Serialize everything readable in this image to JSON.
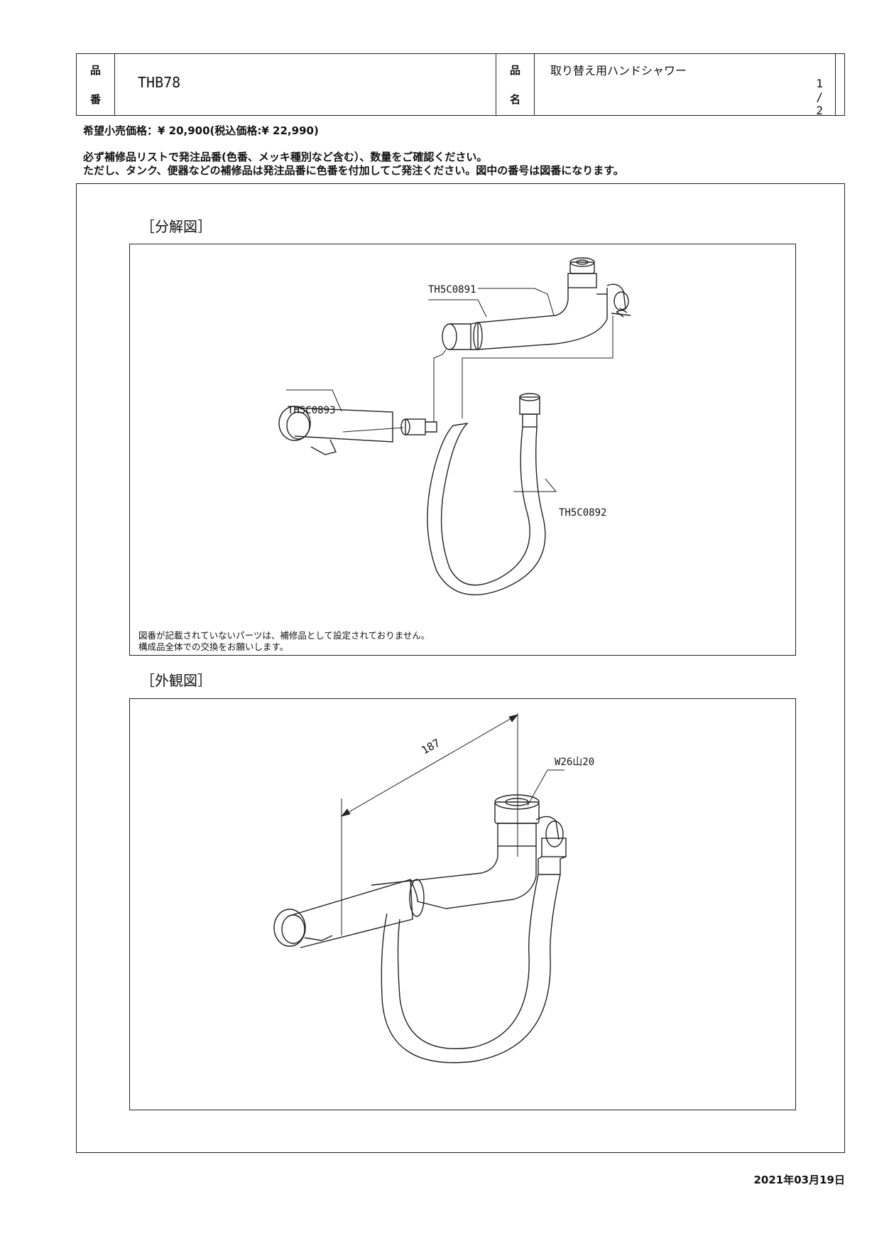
{
  "header": {
    "part_no_label_top": "品",
    "part_no_label_bottom": "番",
    "part_no": "THB78",
    "part_name_label_top": "品",
    "part_name_label_bottom": "名",
    "part_name": "取り替え用ハンドシャワー",
    "page_counter": "1 / 2"
  },
  "price_line": "希望小売価格：¥ 20,900(税込価格:¥ 22,990)",
  "notes": [
    "必ず補修品リストで発注品番(色番、メッキ種別など含む）、数量をご確認ください。",
    "ただし、タンク、便器などの補修品は発注品番に色番を付加してご発注ください。図中の番号は図番になります。"
  ],
  "exploded": {
    "title": "［分解図］",
    "labels": {
      "spout": "TH5C0891",
      "head": "TH5C0893",
      "hose": "TH5C0892"
    },
    "footnote_1": "図番が記載されていないパーツは、補修品として設定されておりません。",
    "footnote_2": "構成品全体での交換をお願いします。"
  },
  "exterior": {
    "title": "［外観図］",
    "dimension": "187",
    "thread_label": "W26山20"
  },
  "date": "2021年03月19日"
}
